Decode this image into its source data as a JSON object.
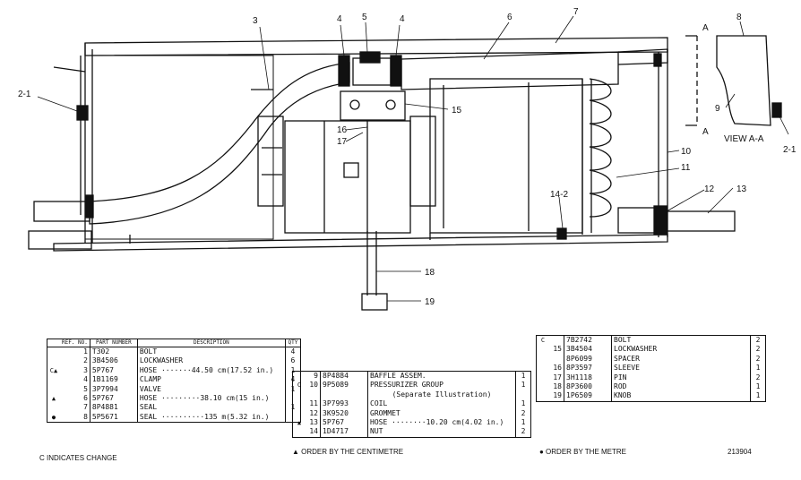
{
  "callouts": {
    "c1": "2-1",
    "c2": "3",
    "c3": "4",
    "c4": "5",
    "c5": "4",
    "c6": "6",
    "c7": "7",
    "c8": "8",
    "c9": "9",
    "c10": "10",
    "c11": "11",
    "c12": "12",
    "c13": "13",
    "c14": "14-2",
    "c15": "15",
    "c16": "16",
    "c17": "17",
    "c18": "18",
    "c19": "19",
    "c20": "2-1",
    "sectionA": "A",
    "sectionA2": "A",
    "view": "VIEW A-A"
  },
  "table1": {
    "headers": {
      "ref": "REF. NO.",
      "part": "PART NUMBER",
      "desc": "DESCRIPTION",
      "qty": "QTY"
    },
    "rows": [
      {
        "mark": "",
        "ref": "1",
        "part": "T302",
        "desc": "BOLT",
        "qty": "4"
      },
      {
        "mark": "",
        "ref": "2",
        "part": "3B4506",
        "desc": "LOCKWASHER",
        "qty": "6"
      },
      {
        "mark": "C▲",
        "ref": "3",
        "part": "5P767",
        "desc": "HOSE ·······44.50 cm(17.52 in.)",
        "qty": "1"
      },
      {
        "mark": "",
        "ref": "4",
        "part": "1B1169",
        "desc": "CLAMP",
        "qty": "4"
      },
      {
        "mark": "",
        "ref": "5",
        "part": "3P7994",
        "desc": "VALVE",
        "qty": "1"
      },
      {
        "mark": "▲",
        "ref": "6",
        "part": "5P767",
        "desc": "HOSE ·········38.10 cm(15 in.)",
        "qty": ""
      },
      {
        "mark": "",
        "ref": "7",
        "part": "8P4881",
        "desc": "SEAL",
        "qty": "1"
      },
      {
        "mark": "●",
        "ref": "8",
        "part": "5P5671",
        "desc": "SEAL ··········135 m(5.32 in.)",
        "qty": ""
      }
    ]
  },
  "table2": {
    "rows": [
      {
        "mark": "",
        "ref": "9",
        "part": "8P4884",
        "desc": "BAFFLE ASSEM.",
        "qty": "1"
      },
      {
        "mark": "C",
        "ref": "10",
        "part": "9P5089",
        "desc": "PRESSURIZER GROUP",
        "qty": "1"
      },
      {
        "mark": "",
        "ref": "",
        "part": "",
        "desc": "(Separate Illustration)",
        "qty": ""
      },
      {
        "mark": "",
        "ref": "11",
        "part": "3P7993",
        "desc": "COIL",
        "qty": "1"
      },
      {
        "mark": "",
        "ref": "12",
        "part": "3K9520",
        "desc": "GROMMET",
        "qty": "2"
      },
      {
        "mark": "▲",
        "ref": "13",
        "part": "5P767",
        "desc": "HOSE ········10.20 cm(4.02 in.)",
        "qty": "1"
      },
      {
        "mark": "",
        "ref": "14",
        "part": "1D4717",
        "desc": "NUT",
        "qty": "2"
      }
    ]
  },
  "table3": {
    "rows": [
      {
        "mark": "C",
        "ref": "",
        "part": "7B2742",
        "desc": "BOLT",
        "qty": "2"
      },
      {
        "mark": "",
        "ref": "15",
        "part": "3B4504",
        "desc": "LOCKWASHER",
        "qty": "2"
      },
      {
        "mark": "",
        "ref": "",
        "part": "8P6099",
        "desc": "SPACER",
        "qty": "2"
      },
      {
        "mark": "",
        "ref": "16",
        "part": "8P3597",
        "desc": "SLEEVE",
        "qty": "1"
      },
      {
        "mark": "",
        "ref": "17",
        "part": "3H1118",
        "desc": "PIN",
        "qty": "2"
      },
      {
        "mark": "",
        "ref": "18",
        "part": "8P3600",
        "desc": "ROD",
        "qty": "1"
      },
      {
        "mark": "",
        "ref": "19",
        "part": "1P6509",
        "desc": "KNOB",
        "qty": "1"
      }
    ]
  },
  "notes": {
    "indicates_change": "C INDICATES CHANGE",
    "order_centimetre": "▲ ORDER BY THE CENTIMETRE",
    "order_metre": "● ORDER BY THE METRE",
    "drawing_no": "213904"
  }
}
